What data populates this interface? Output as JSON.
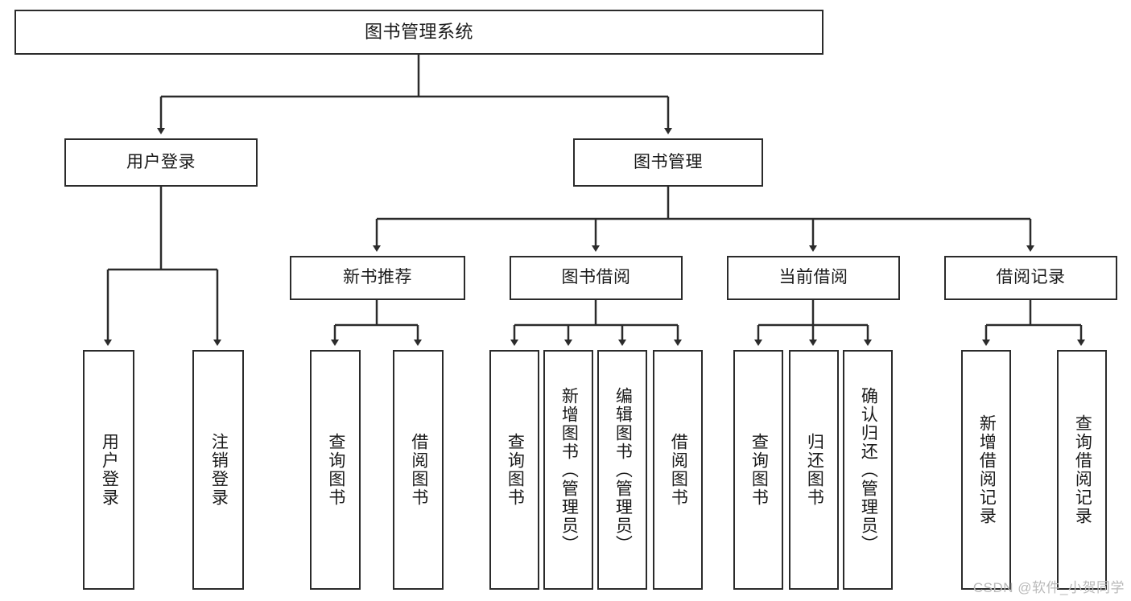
{
  "diagram": {
    "title": "图书管理系统",
    "type": "tree-hierarchy",
    "levels": 4
  },
  "root": {
    "label": "图书管理系统"
  },
  "level2": [
    {
      "label": "用户登录"
    },
    {
      "label": "图书管理"
    }
  ],
  "level3": [
    {
      "label": "新书推荐"
    },
    {
      "label": "图书借阅"
    },
    {
      "label": "当前借阅"
    },
    {
      "label": "借阅记录"
    }
  ],
  "leaves": {
    "user_login": [
      {
        "label": "用户登录"
      },
      {
        "label": "注销登录"
      }
    ],
    "new_book_recommend": [
      {
        "label": "查询图书"
      },
      {
        "label": "借阅图书"
      }
    ],
    "book_borrow": [
      {
        "label": "查询图书"
      },
      {
        "label": "新增图书（管理员）"
      },
      {
        "label": "编辑图书（管理员）"
      },
      {
        "label": "借阅图书"
      }
    ],
    "current_borrow": [
      {
        "label": "查询图书"
      },
      {
        "label": "归还图书"
      },
      {
        "label": "确认归还（管理员）"
      }
    ],
    "borrow_record": [
      {
        "label": "新增借阅记录"
      },
      {
        "label": "查询借阅记录"
      }
    ]
  },
  "watermark": {
    "text": "CSDN @软件_小贺同学"
  },
  "colors": {
    "border": "#2b2b2b",
    "background": "#ffffff",
    "text": "#1a1a1a",
    "watermark": "#b9b9b9"
  }
}
